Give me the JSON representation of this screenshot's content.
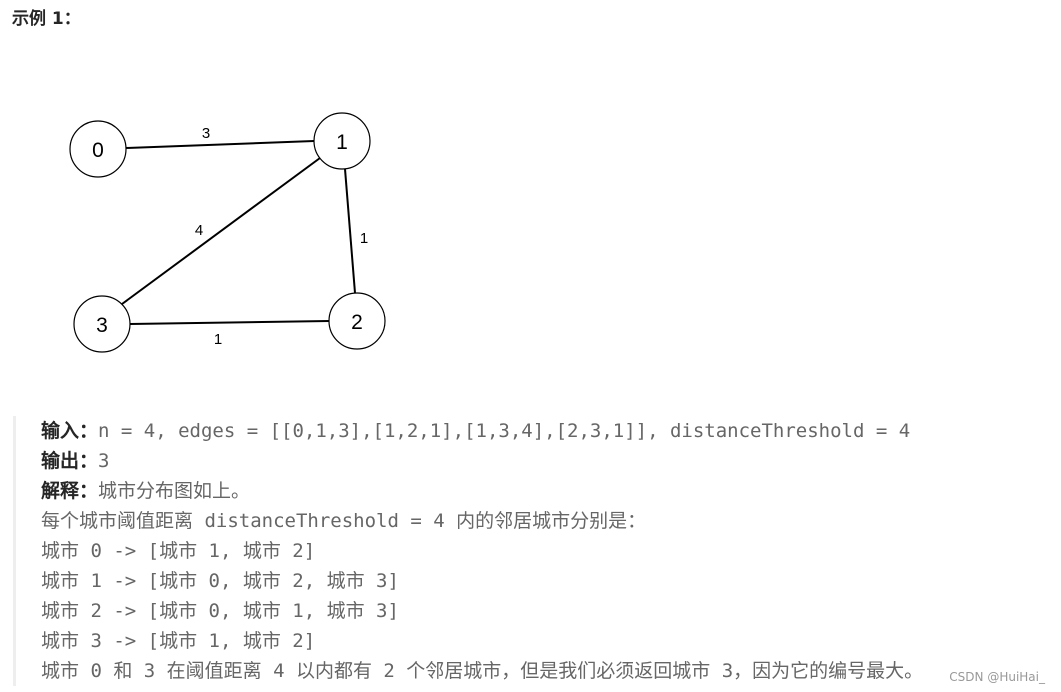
{
  "heading": "示例 1：",
  "graph": {
    "nodes": [
      {
        "id": "0"
      },
      {
        "id": "1"
      },
      {
        "id": "2"
      },
      {
        "id": "3"
      }
    ],
    "edges": [
      {
        "from": "0",
        "to": "1",
        "weight": "3"
      },
      {
        "from": "1",
        "to": "3",
        "weight": "4"
      },
      {
        "from": "1",
        "to": "2",
        "weight": "1"
      },
      {
        "from": "3",
        "to": "2",
        "weight": "1"
      }
    ]
  },
  "example": {
    "input_label": "输入：",
    "input_value": "n = 4, edges = [[0,1,3],[1,2,1],[1,3,4],[2,3,1]], distanceThreshold = 4",
    "output_label": "输出：",
    "output_value": "3",
    "explain_label": "解释：",
    "explain_value": "城市分布图如上。",
    "lines": [
      "每个城市阈值距离 distanceThreshold = 4 内的邻居城市分别是：",
      "城市 0 -> [城市 1, 城市 2]",
      "城市 1 -> [城市 0, 城市 2, 城市 3]",
      "城市 2 -> [城市 0, 城市 1, 城市 3]",
      "城市 3 -> [城市 1, 城市 2]",
      "城市 0 和 3 在阈值距离 4 以内都有 2 个邻居城市，但是我们必须返回城市 3，因为它的编号最大。"
    ]
  },
  "watermark": "CSDN @HuiHai_"
}
